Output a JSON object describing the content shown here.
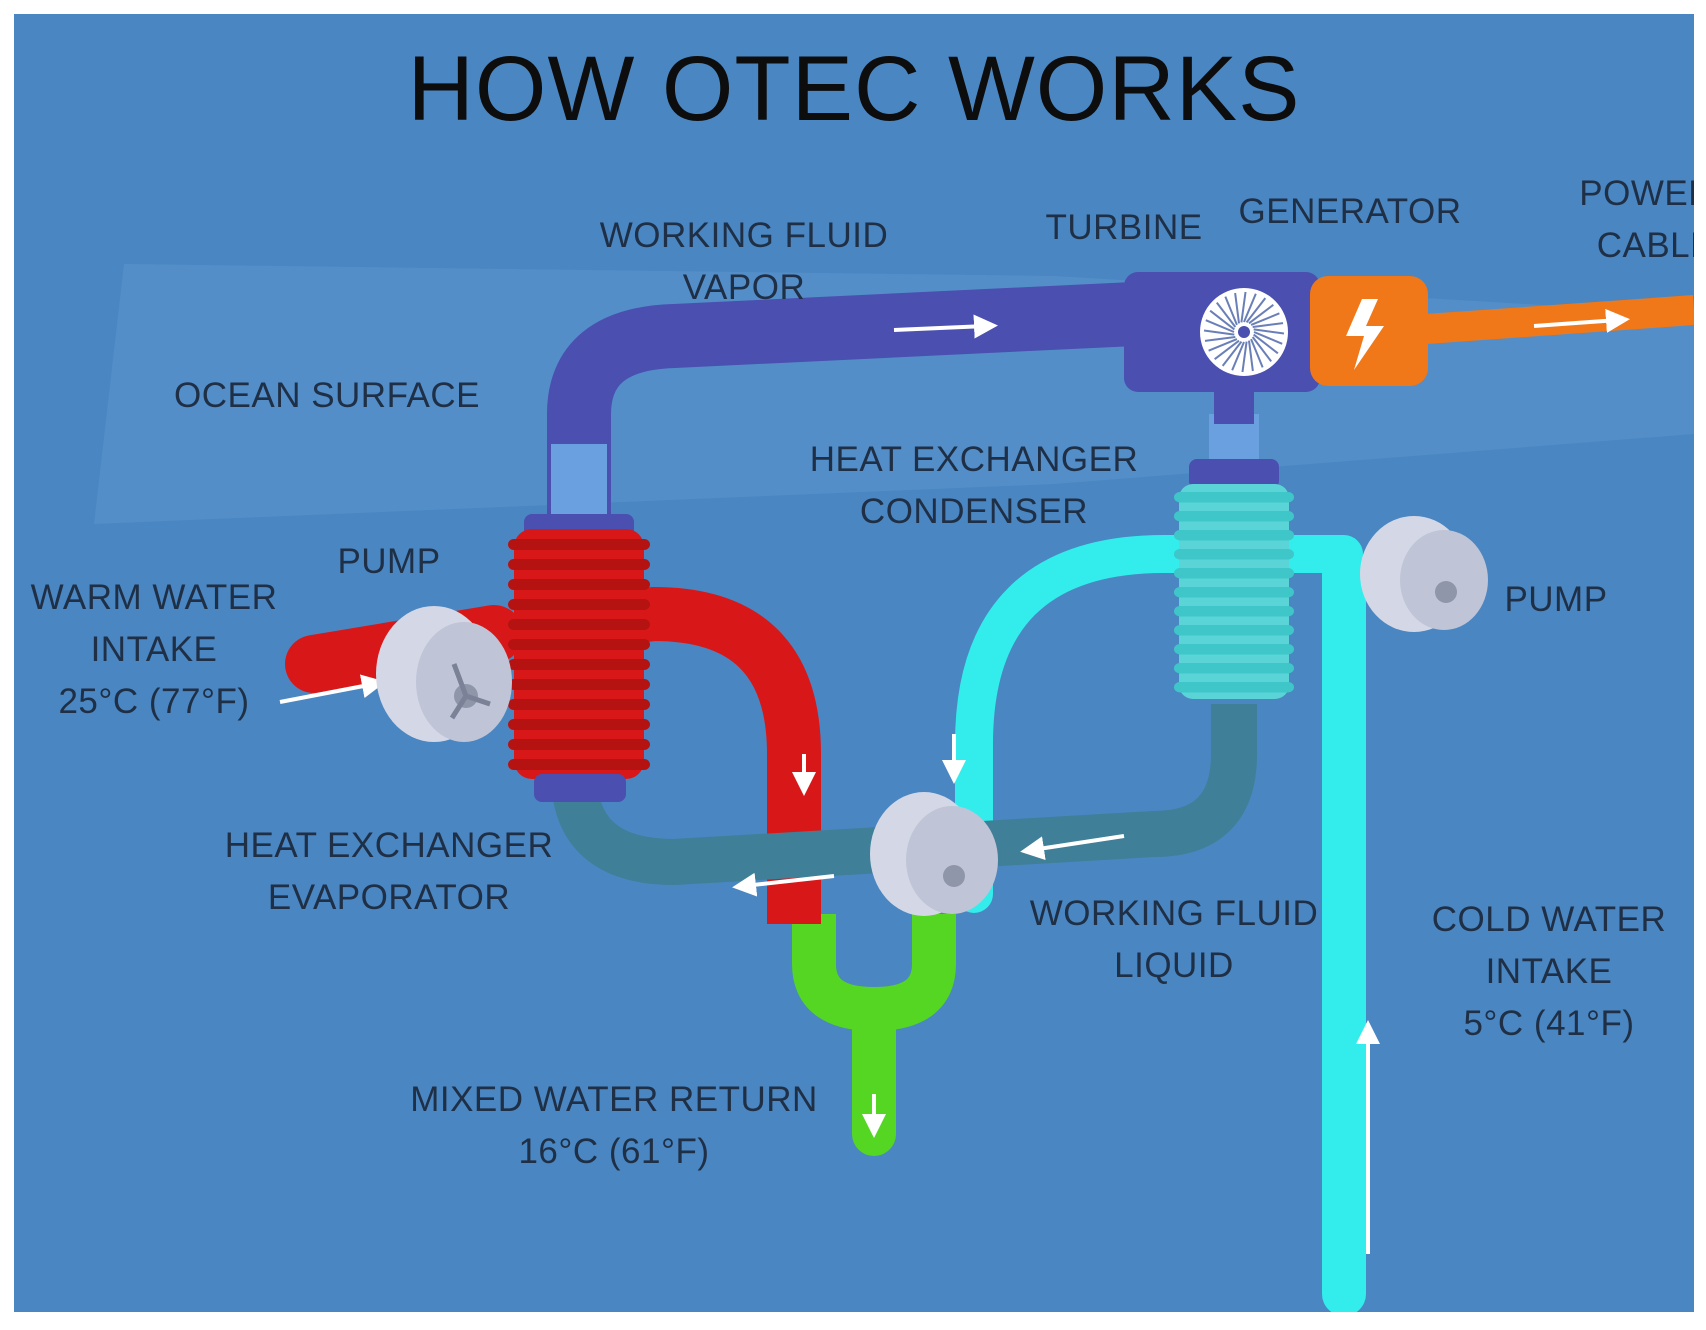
{
  "title": "HOW OTEC WORKS",
  "labels": {
    "working_fluid_vapor": "WORKING FLUID\nVAPOR",
    "turbine": "TURBINE",
    "generator": "GENERATOR",
    "power_cable": "POWER\nCABLE",
    "ocean_surface": "OCEAN SURFACE",
    "heat_exchanger_condenser": "HEAT EXCHANGER\nCONDENSER",
    "pump_warm": "PUMP",
    "warm_water_intake": "WARM WATER\nINTAKE\n25°C (77°F)",
    "pump_cold": "PUMP",
    "heat_exchanger_evaporator": "HEAT EXCHANGER\nEVAPORATOR",
    "working_fluid_liquid": "WORKING FLUID\nLIQUID",
    "cold_water_intake": "COLD WATER\nINTAKE\n5°C (41°F)",
    "mixed_water_return": "MIXED WATER RETURN\n16°C (61°F)"
  },
  "colors": {
    "background": "#4a86c1",
    "vapor_pipe": "#4a4fb0",
    "warm_water": "#d81818",
    "cold_water": "#33ecec",
    "mixed_water": "#55d622",
    "liquid_pipe": "#3f7f98",
    "power_cable": "#f07818",
    "pump_body": "#d4d8e6"
  },
  "icons": {
    "turbine": "turbine-wheel-icon",
    "generator": "lightning-bolt-icon",
    "pumps": "pump-impeller-icon"
  }
}
